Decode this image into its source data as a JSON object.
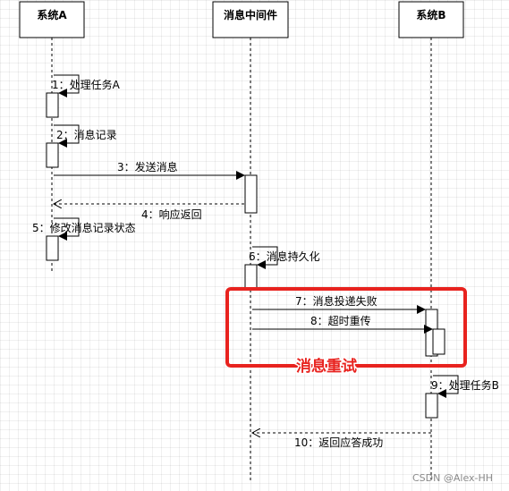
{
  "participants": {
    "a": "系统A",
    "mq": "消息中间件",
    "b": "系统B"
  },
  "messages": {
    "m1": "1：处理任务A",
    "m2": "2：消息记录",
    "m3": "3：发送消息",
    "m4": "4：响应返回",
    "m5": "5：修改消息记录状态",
    "m6": "6：消息持久化",
    "m7": "7：消息投递失败",
    "m8": "8：超时重传",
    "m9": "9：处理任务B",
    "m10": "10：返回应答成功"
  },
  "annotation": {
    "retry": "消息重试",
    "highlight_color": "#e8231f"
  },
  "watermark": "CSDN @Alex-HH"
}
